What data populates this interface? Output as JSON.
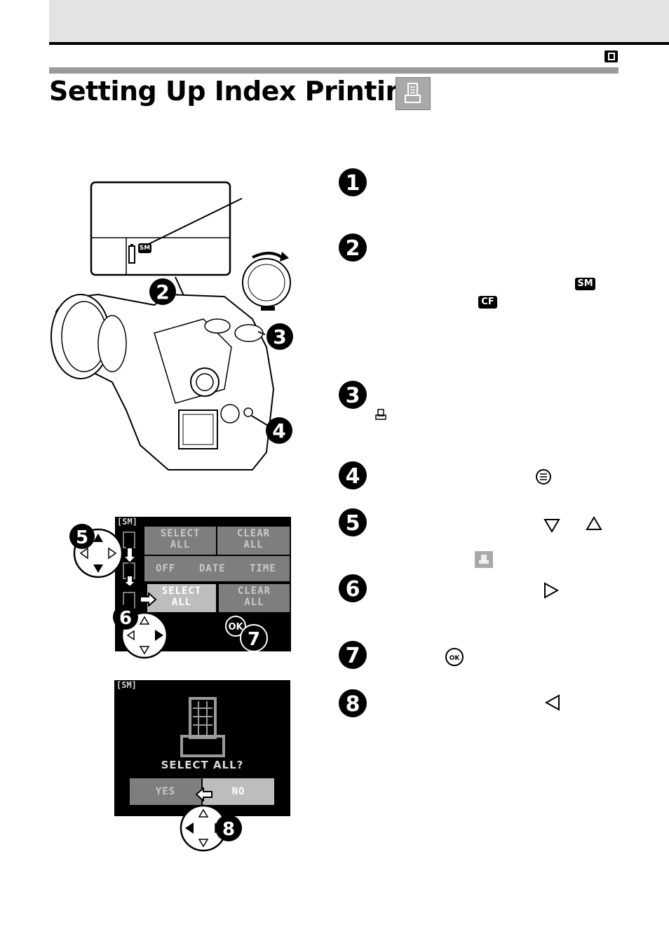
{
  "page": {
    "title": "Setting Up Index Printing"
  },
  "badges": {
    "sm": "SM",
    "cf": "CF",
    "ok": "OK"
  },
  "step_numbers": [
    "1",
    "2",
    "3",
    "4",
    "5",
    "6",
    "7",
    "8"
  ],
  "lcd_menu": {
    "header": "[SM]",
    "row1": {
      "left": "SELECT\nALL",
      "right": "CLEAR\nALL"
    },
    "row2": {
      "a": "OFF",
      "b": "DATE",
      "c": "TIME"
    },
    "row3": {
      "left": "SELECT\nALL",
      "right": "CLEAR\nALL"
    }
  },
  "lcd_confirm": {
    "header": "[SM]",
    "question": "SELECT ALL?",
    "yes": "YES",
    "no": "NO"
  },
  "colors": {
    "top_band": "#e3e3e3",
    "rule": "#9a9a9a",
    "lcd_bg": "#000000",
    "lcd_cell": "#7e7e7e"
  }
}
